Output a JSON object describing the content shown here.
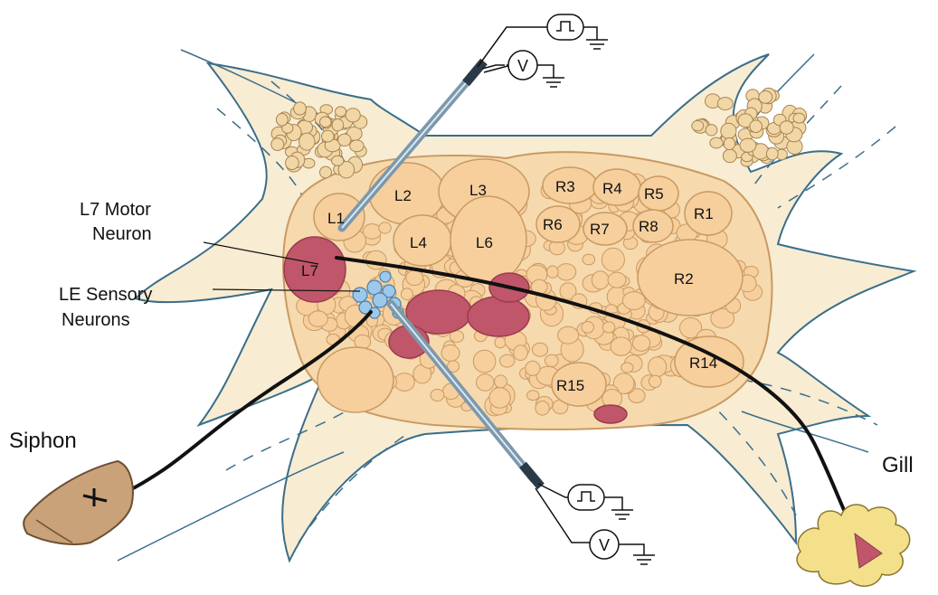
{
  "labels": {
    "L1": "L1",
    "L2": "L2",
    "L3": "L3",
    "L4": "L4",
    "L6": "L6",
    "L7": "L7",
    "R1": "R1",
    "R2": "R2",
    "R3": "R3",
    "R4": "R4",
    "R5": "R5",
    "R6": "R6",
    "R7": "R7",
    "R8": "R8",
    "R14": "R14",
    "R15": "R15"
  },
  "callouts": {
    "motor_line1": "L7 Motor",
    "motor_line2": "Neuron",
    "sensory_line1": "LE Sensory",
    "sensory_line2": "Neurons"
  },
  "organs": {
    "siphon": "Siphon",
    "gill": "Gill"
  },
  "meters": {
    "voltmeter_symbol": "V"
  },
  "colors": {
    "cell_fill": "#f6cf9d",
    "cell_stroke": "#c99a62",
    "tissue": "#f8ecd2",
    "connective_stroke": "#3a6e8a",
    "highlight_cell": "#c0566a",
    "sensory_cell": "#9cc8ea",
    "electrode": "#7c98ad",
    "axon": "#111111",
    "siphon": "#c9a27a",
    "gill": "#f4e08a"
  }
}
